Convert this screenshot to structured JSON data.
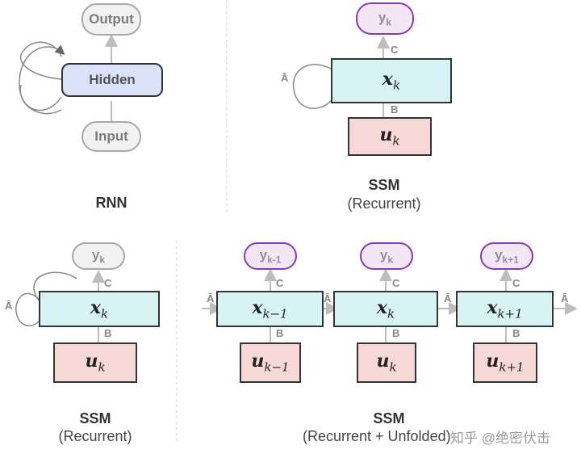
{
  "rnn": {
    "output_label": "Output",
    "hidden_label": "Hidden",
    "input_label": "Input",
    "caption": "RNN"
  },
  "ssm_top": {
    "y_label": "y",
    "y_sub": "k",
    "x_label": "x",
    "x_sub": "k",
    "u_label": "u",
    "u_sub": "k",
    "c_label": "C",
    "b_label": "B",
    "a_label": "Ā",
    "caption": "SSM",
    "subcaption": "(Recurrent)"
  },
  "ssm_bottom_left": {
    "y_label": "y",
    "y_sub": "k",
    "x_label": "x",
    "x_sub": "k",
    "u_label": "u",
    "u_sub": "k",
    "c_label": "C",
    "b_label": "B",
    "a_label": "Ā",
    "caption": "SSM",
    "subcaption": "(Recurrent)"
  },
  "ssm_unfolded": {
    "steps": [
      {
        "y": "y",
        "y_sub": "k-1",
        "x": "x",
        "x_sub": "k−1",
        "u": "u",
        "u_sub": "k−1",
        "c": "C",
        "b": "B"
      },
      {
        "y": "y",
        "y_sub": "k",
        "x": "x",
        "x_sub": "k",
        "u": "u",
        "u_sub": "k",
        "c": "C",
        "b": "B"
      },
      {
        "y": "y",
        "y_sub": "k+1",
        "x": "x",
        "x_sub": "k+1",
        "u": "u",
        "u_sub": "k+1",
        "c": "C",
        "b": "B"
      }
    ],
    "a_labels": [
      "Ā",
      "Ā",
      "Ā",
      "Ā"
    ],
    "caption": "SSM",
    "subcaption": "(Recurrent + Unfolded)"
  },
  "watermark": "知乎 @绝密伏击",
  "colors": {
    "purple": "#8a3ab3",
    "teal": "#d8f3f4",
    "pink": "#f6d9d7",
    "hidden_blue": "#dbe3fb",
    "arrow_gray": "#bdbdbd"
  }
}
